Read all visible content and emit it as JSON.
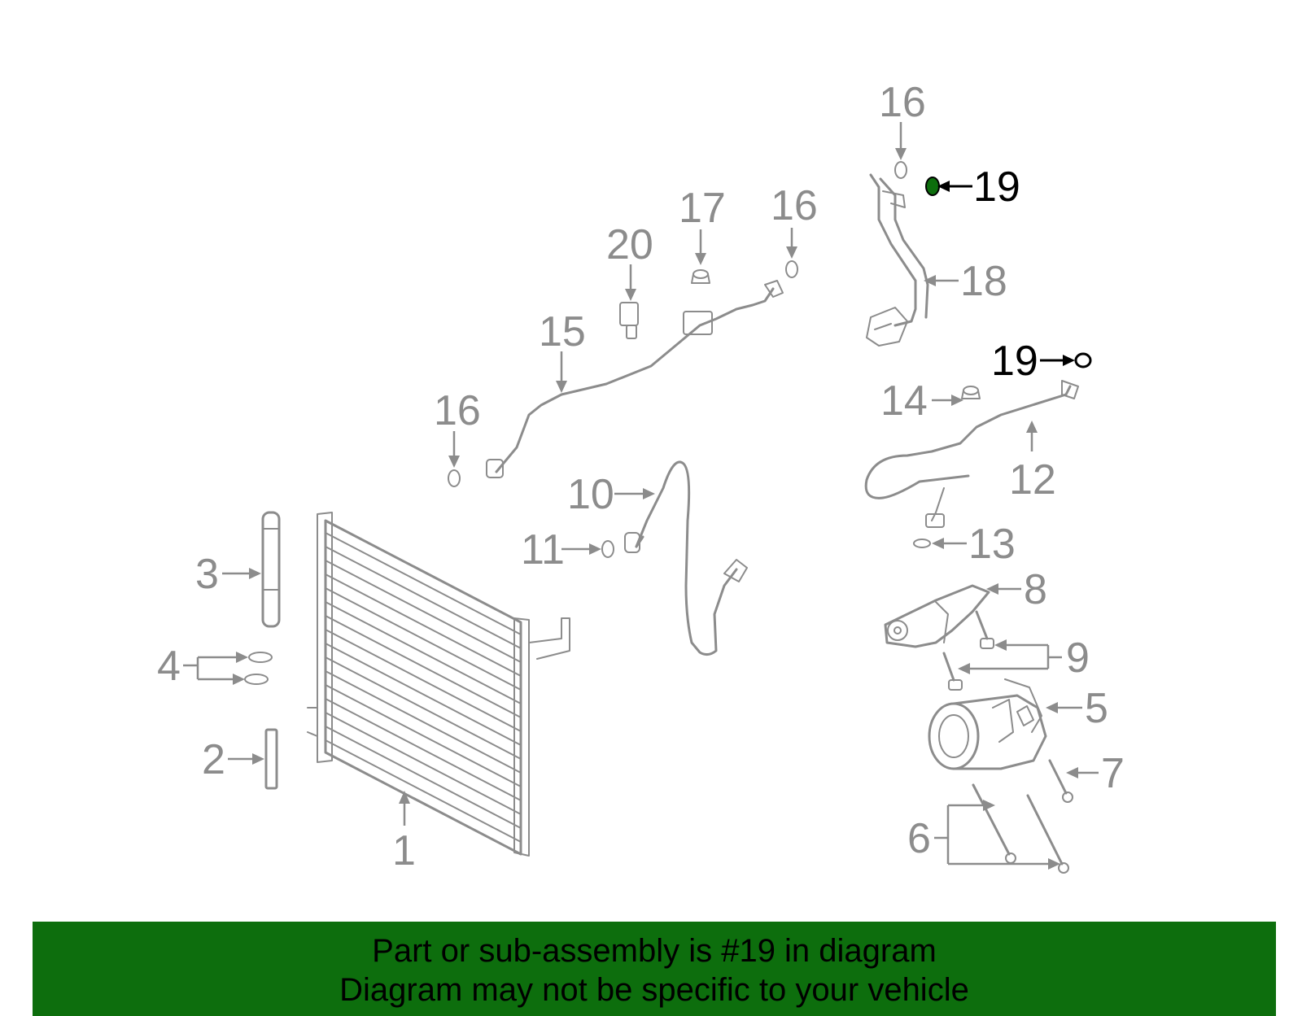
{
  "callouts": {
    "c1": "1",
    "c2": "2",
    "c3": "3",
    "c4": "4",
    "c5": "5",
    "c6": "6",
    "c7": "7",
    "c8": "8",
    "c9": "9",
    "c10": "10",
    "c11": "11",
    "c12": "12",
    "c13": "13",
    "c14": "14",
    "c15": "15",
    "c16a": "16",
    "c16b": "16",
    "c16c": "16",
    "c17": "17",
    "c18": "18",
    "c19a": "19",
    "c19b": "19",
    "c20": "20"
  },
  "highlight": {
    "part_number": "19",
    "color": "#0d6e0d"
  },
  "banner": {
    "line1": "Part or sub-assembly is #19 in diagram",
    "line2": "Diagram may not be specific to your vehicle",
    "background": "#0d6e0d"
  }
}
